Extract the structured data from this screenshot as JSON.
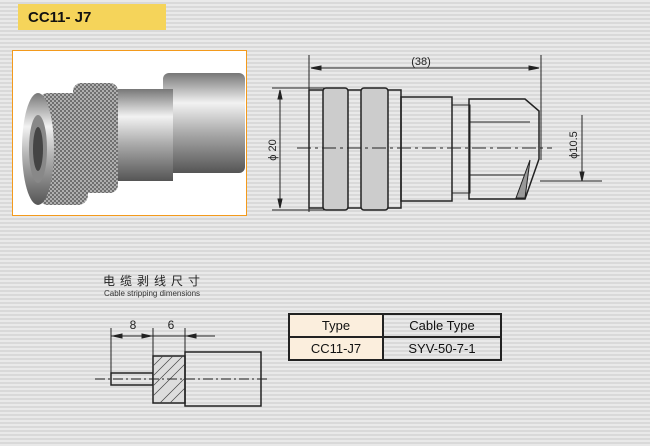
{
  "title": "CC11- J7",
  "drawing": {
    "length_label": "(38)",
    "diameter_body": "ϕ 20",
    "diameter_nut": "ϕ10.5"
  },
  "stripping": {
    "title_cn": "电缆剥线尺寸",
    "title_en": "Cable stripping dimensions",
    "dim1": "8",
    "dim2": "6"
  },
  "table": {
    "headers": [
      "Type",
      "Cable Type"
    ],
    "rows": [
      [
        "CC11-J7",
        "SYV-50-7-1"
      ]
    ]
  },
  "colors": {
    "badge": "#f5d45a",
    "photo_border": "#f39a1c"
  }
}
